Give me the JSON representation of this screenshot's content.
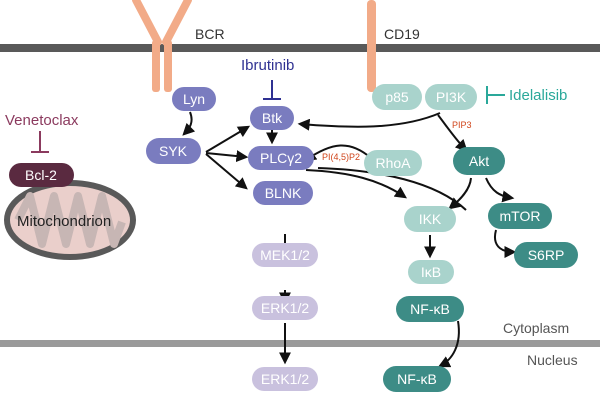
{
  "colors": {
    "membrane": "#595959",
    "nuclear_membrane": "#9a9a9a",
    "receptor": "#f2ab88",
    "purple_node": "#7a7cbf",
    "light_purple_node": "#c9c1de",
    "dark_teal_node": "#3d8c86",
    "light_teal_node": "#a9d3cc",
    "bcl2_node": "#5a2a40",
    "venetoclax": "#8b3a5e",
    "ibrutinib": "#2f3192",
    "idelalisib": "#2aa89a",
    "pip_label": "#d0451b"
  },
  "receptors": {
    "bcr": "BCR",
    "cd19": "CD19"
  },
  "compartments": {
    "cytoplasm": "Cytoplasm",
    "nucleus": "Nucleus"
  },
  "drugs": {
    "ibrutinib": "Ibrutinib",
    "venetoclax": "Venetoclax",
    "idelalisib": "Idelalisib"
  },
  "nodes": {
    "lyn": "Lyn",
    "syk": "SYK",
    "btk": "Btk",
    "plcg2": "PLCγ2",
    "blnk": "BLNK",
    "mek": "MEK1/2",
    "erk_cyto": "ERK1/2",
    "erk_nuc": "ERK1/2",
    "p85": "p85",
    "pi3k": "PI3K",
    "rhoa": "RhoA",
    "akt": "Akt",
    "ikk": "IKK",
    "mtor": "mTOR",
    "s6rp": "S6RP",
    "ikb": "IκB",
    "nfkb_cyto": "NF-κB",
    "nfkb_nuc": "NF-κB",
    "bcl2": "Bcl-2"
  },
  "labels": {
    "pip3": "PIP3",
    "pi45p2": "PI(4,5)P2",
    "mitochondrion": "Mitochondrion"
  }
}
